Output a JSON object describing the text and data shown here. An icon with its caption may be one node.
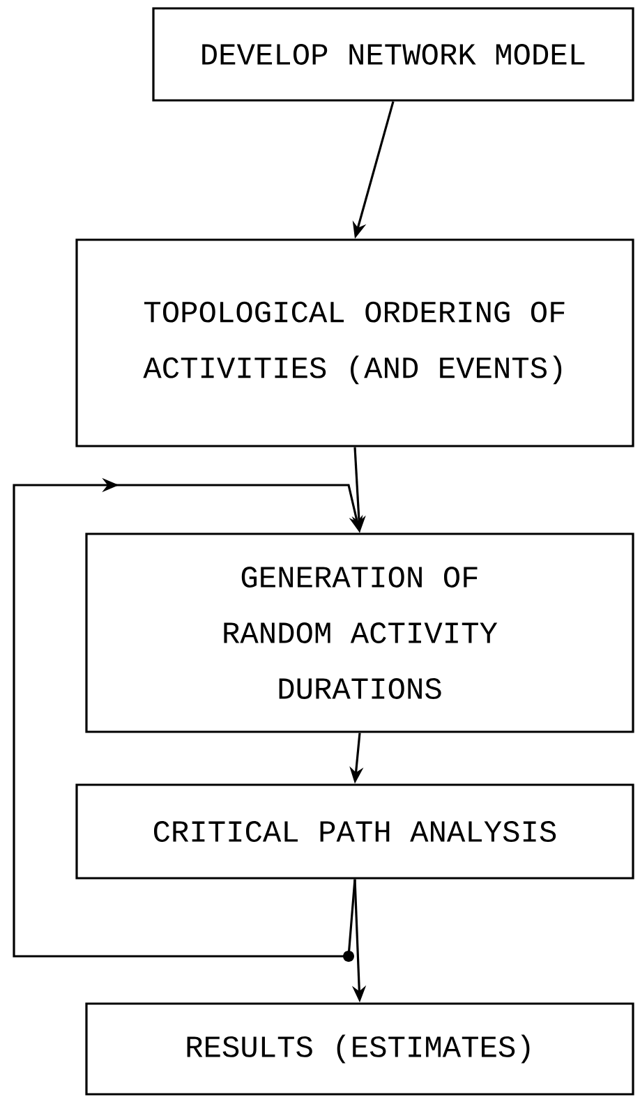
{
  "diagram": {
    "nodes": [
      {
        "text": [
          "DEVELOP NETWORK MODEL"
        ]
      },
      {
        "text": [
          "TOPOLOGICAL ORDERING OF ACTIVITIES (AND EVENTS)"
        ]
      },
      {
        "text": [
          "GENERATION OF RANDOM ACTIVITY DURATIONS"
        ]
      },
      {
        "text": [
          "CRITICAL PATH ANALYSIS"
        ]
      },
      {
        "text": [
          "RESULTS (ESTIMATES)"
        ]
      }
    ],
    "edges": [
      {
        "from": 0,
        "to": 1,
        "arrow": "to"
      },
      {
        "from": 1,
        "to": 2,
        "arrow": "to"
      },
      {
        "from": 2,
        "to": 3,
        "arrow": "to"
      },
      {
        "from": 3,
        "to": 4,
        "arrow": "to"
      },
      {
        "from": 3,
        "to": 2,
        "arrow": "to"
      }
    ]
  }
}
